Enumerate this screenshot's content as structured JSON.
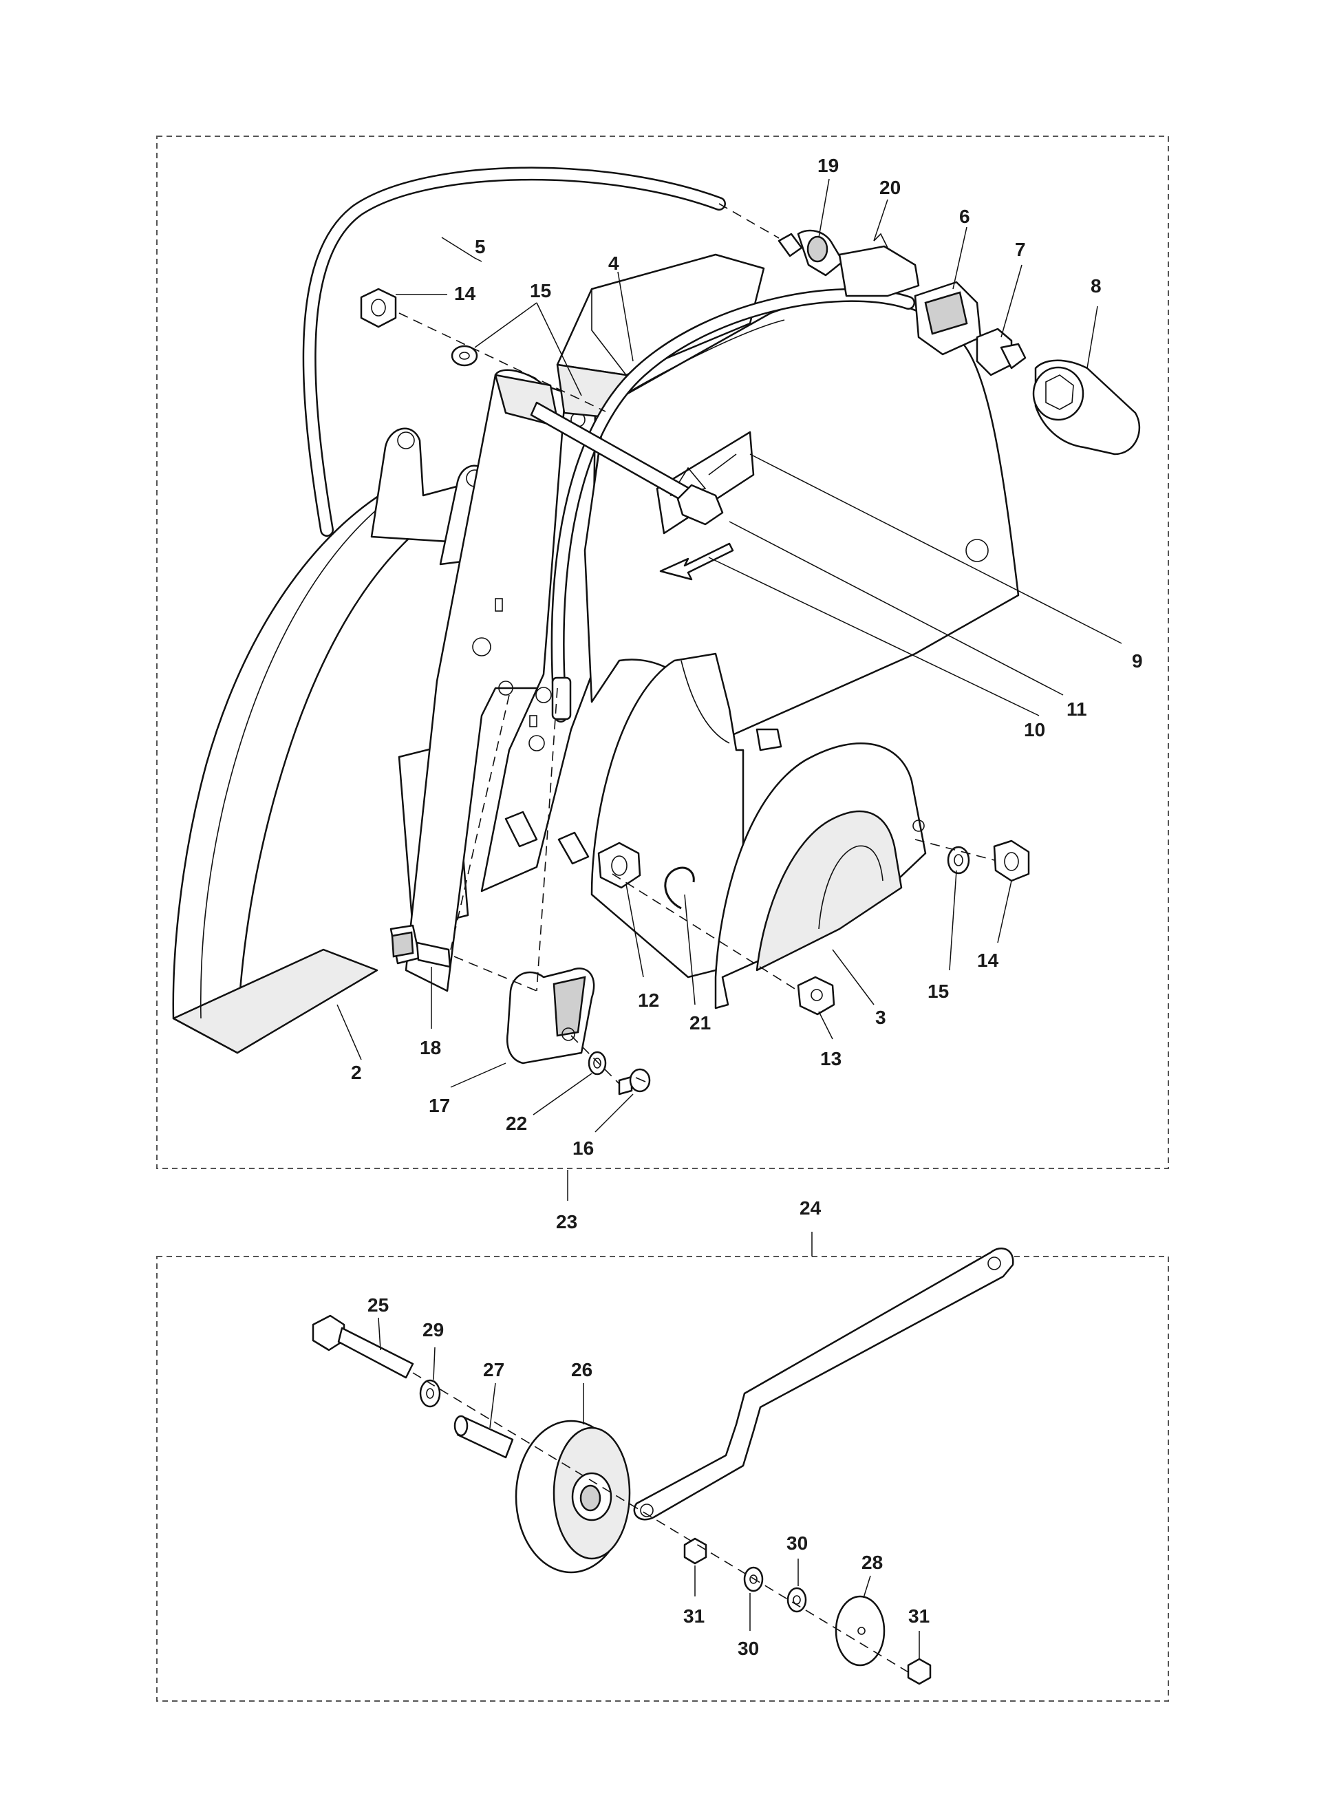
{
  "diagram": {
    "callouts": {
      "c2": "2",
      "c3": "3",
      "c4": "4",
      "c5": "5",
      "c6": "6",
      "c7": "7",
      "c8": "8",
      "c9": "9",
      "c10": "10",
      "c11": "11",
      "c12": "12",
      "c13": "13",
      "c14a": "14",
      "c14b": "14",
      "c15a": "15",
      "c15b": "15",
      "c16": "16",
      "c17": "17",
      "c18": "18",
      "c19": "19",
      "c20": "20",
      "c21": "21",
      "c22": "22",
      "c23": "23",
      "c24": "24",
      "c25": "25",
      "c26": "26",
      "c27": "27",
      "c28": "28",
      "c29": "29",
      "c30a": "30",
      "c30b": "30",
      "c31a": "31",
      "c31b": "31"
    }
  }
}
